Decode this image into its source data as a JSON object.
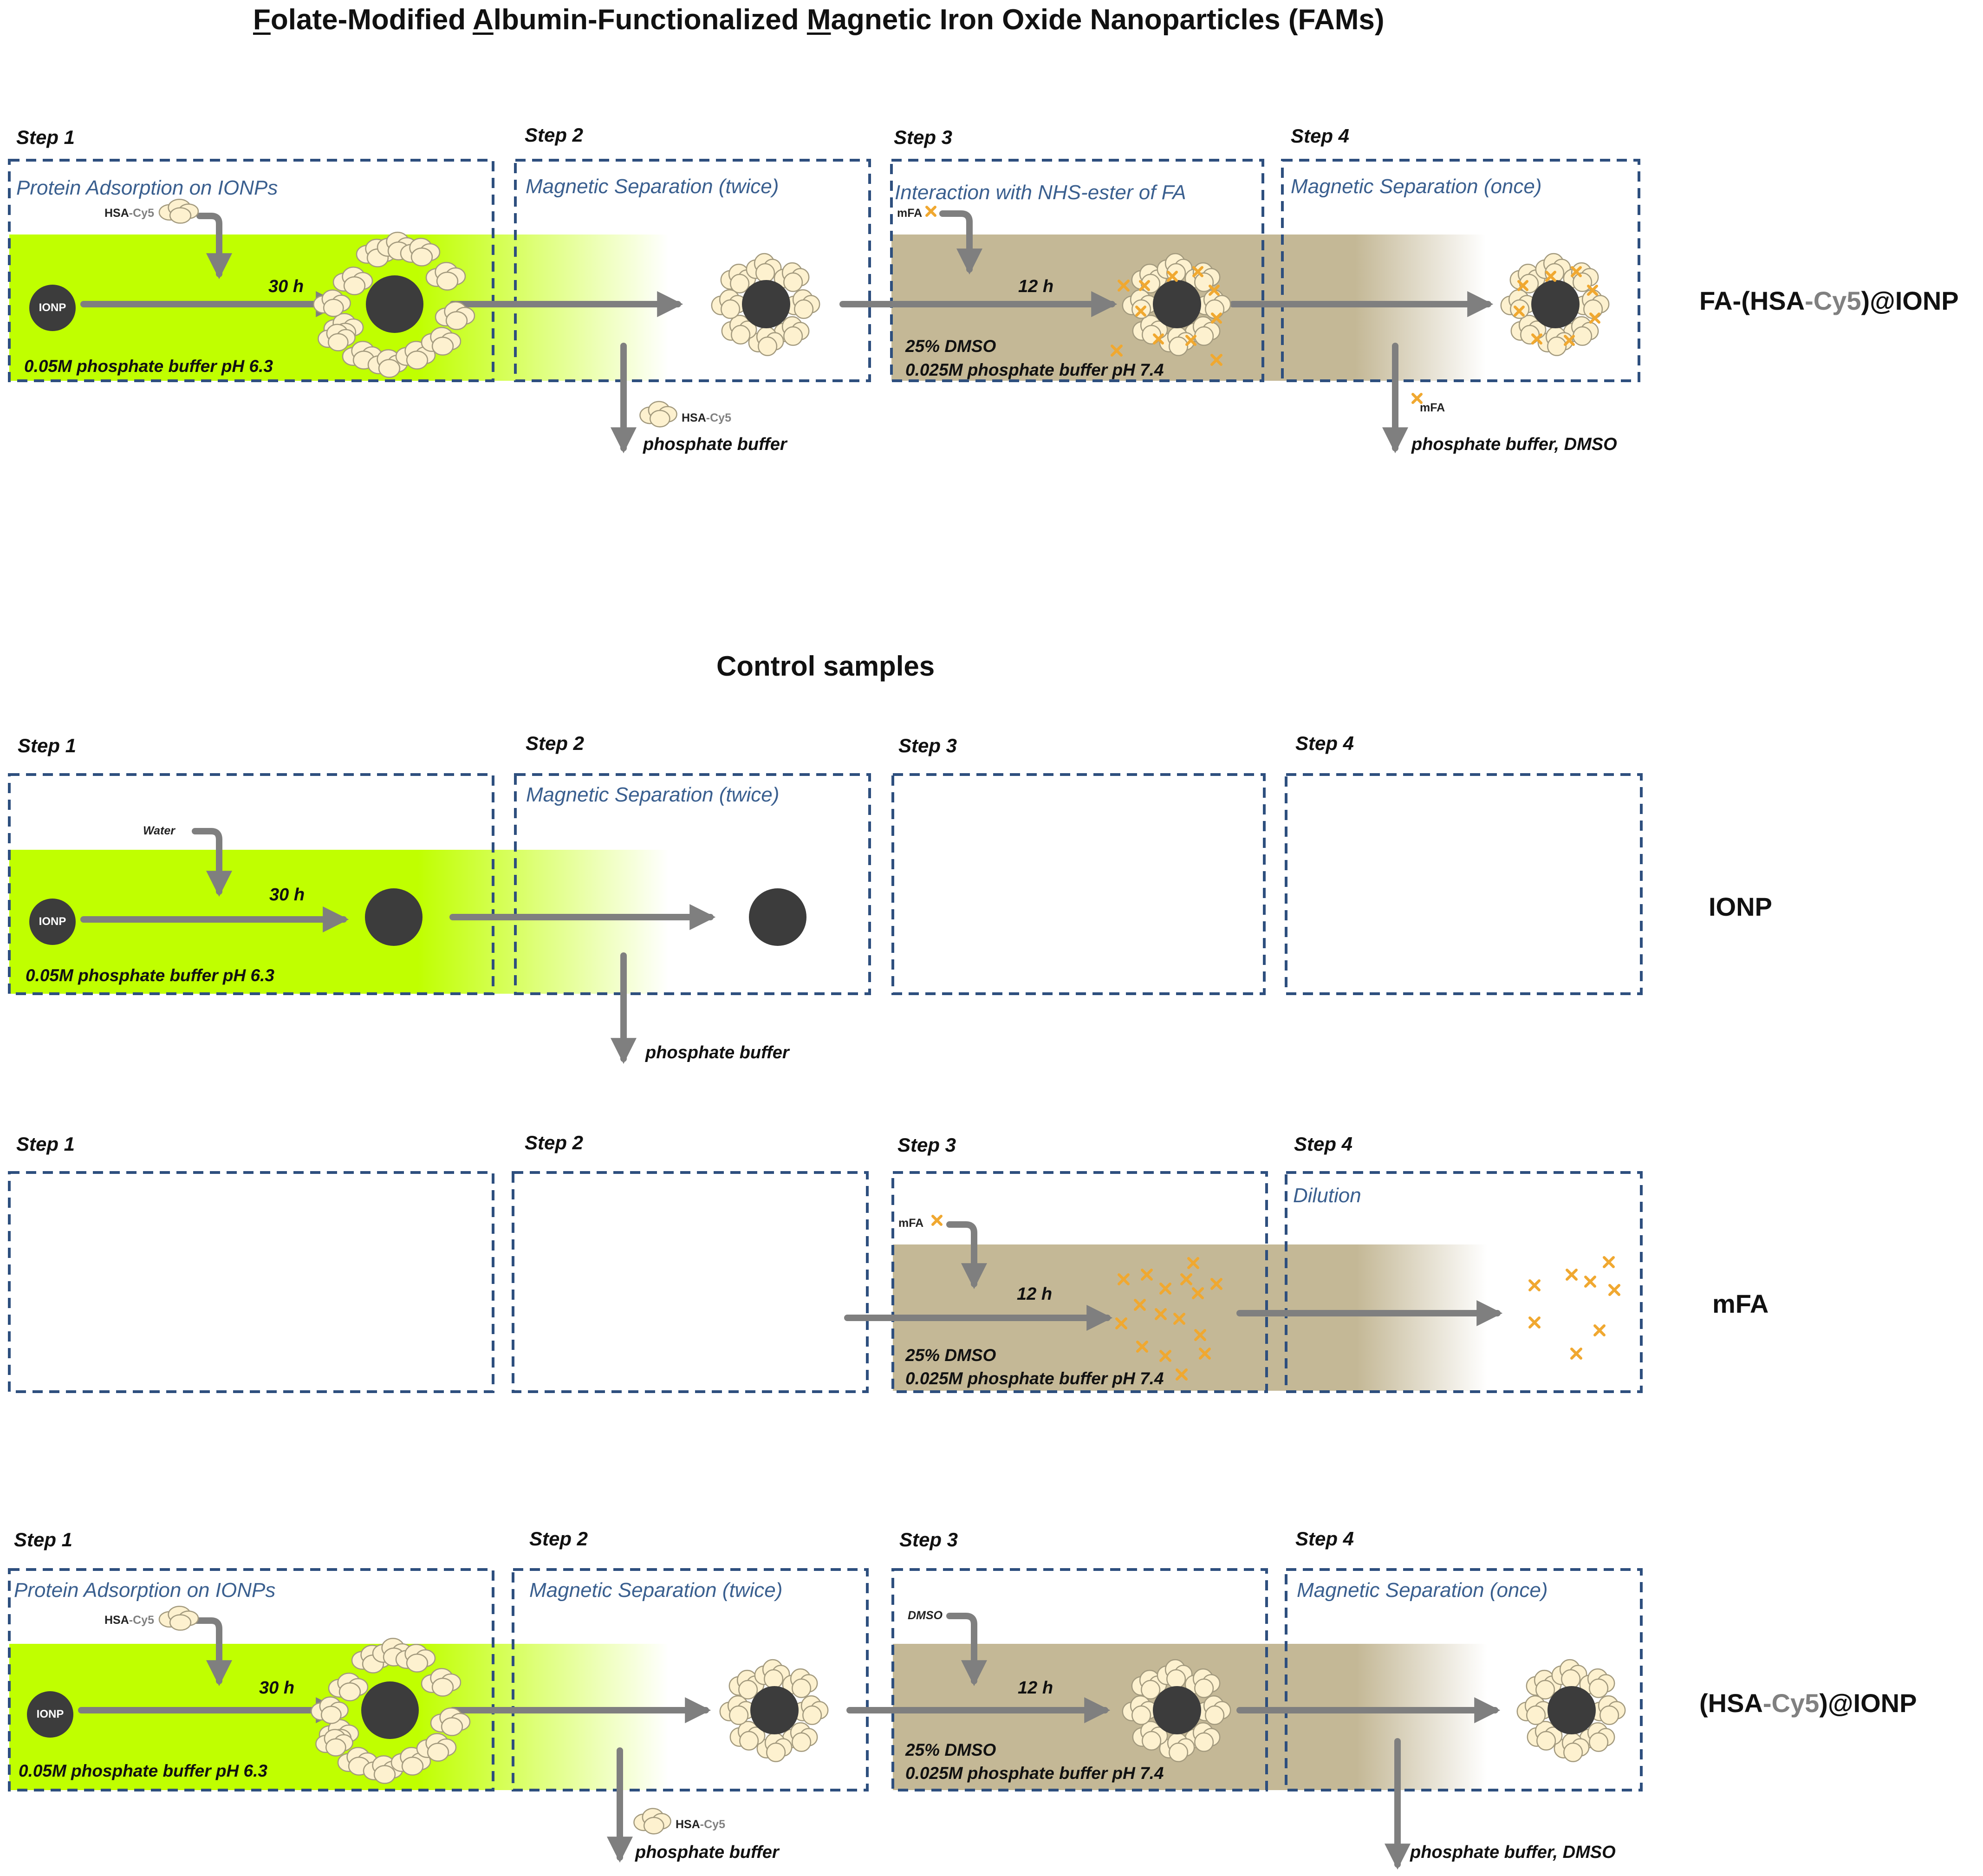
{
  "title": {
    "u1": "F",
    "p1": "olate-Modified ",
    "u2": "A",
    "p2": "lbumin-Functionalized ",
    "u3": "M",
    "p3": "agnetic Iron Oxide Nanoparticles (FAMs)"
  },
  "control_title": "Control samples",
  "step_labels": [
    "Step 1",
    "Step 2",
    "Step 3",
    "Step 4"
  ],
  "time_30h": "30 h",
  "time_12h": "12 h",
  "ionp_label": "IONP",
  "labels": {
    "hsa": "HSA",
    "cy5": "-Cy5",
    "mfa": "mFA",
    "water": "Water",
    "dmso": "DMSO"
  },
  "box_titles": {
    "protein_adsorption": "Protein Adsorption on IONPs",
    "mag_sep_twice": "Magnetic Separation (twice)",
    "interaction_nhs": "Interaction with NHS-ester of FA",
    "mag_sep_once": "Magnetic Separation (once)",
    "dilution": "Dilution"
  },
  "conditions": {
    "buffer_63": "0.05M phosphate buffer pH 6.3",
    "dmso_25": "25% DMSO",
    "buffer_74": "0.025M phosphate buffer pH 7.4"
  },
  "waste": {
    "phosphate_buffer": "phosphate buffer",
    "phosphate_buffer_dmso": "phosphate buffer, DMSO"
  },
  "products": {
    "fa_prefix": "FA-(HSA",
    "cy5": "-Cy5",
    "suffix": ")@IONP",
    "ionp": "IONP",
    "mfa": "mFA",
    "hsa_prefix": "(HSA"
  },
  "colors": {
    "green_medium": "#c0ff00",
    "tan_medium": "#c4b896",
    "box_border": "#2e4f7e",
    "arrow": "#7f7f7f",
    "nanoparticle": "#3c3c3c",
    "protein_fill": "#fdf1cf",
    "protein_stroke": "#a39a7e",
    "mfa_marker": "#f0a830",
    "title_blue": "#3a5f8f"
  },
  "icons": [
    "nanoparticle-icon",
    "hsa-protein-icon",
    "mfa-cross-icon",
    "arrow-icon"
  ]
}
